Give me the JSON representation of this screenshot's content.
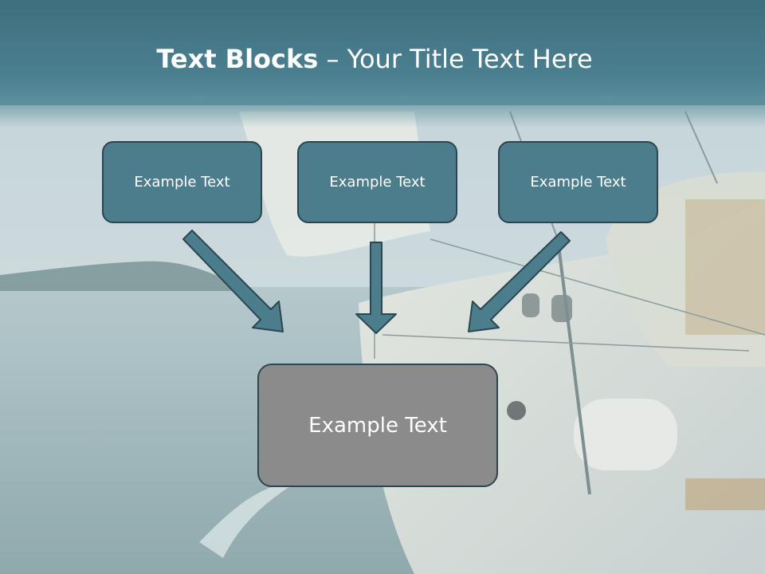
{
  "slide": {
    "title_bold": "Text Blocks",
    "title_dash": " – ",
    "title_rest": "Your Title Text Here"
  },
  "blocks": [
    {
      "label": "Example Text"
    },
    {
      "label": "Example Text"
    },
    {
      "label": "Example Text"
    }
  ],
  "target_block": {
    "label": "Example Text"
  },
  "colors": {
    "title_band": "#4a7f8f",
    "box_fill": "#4b7d8c",
    "box_border": "#2c4650",
    "target_fill": "#8b8b8b",
    "arrow_fill": "#4b7d8c"
  }
}
